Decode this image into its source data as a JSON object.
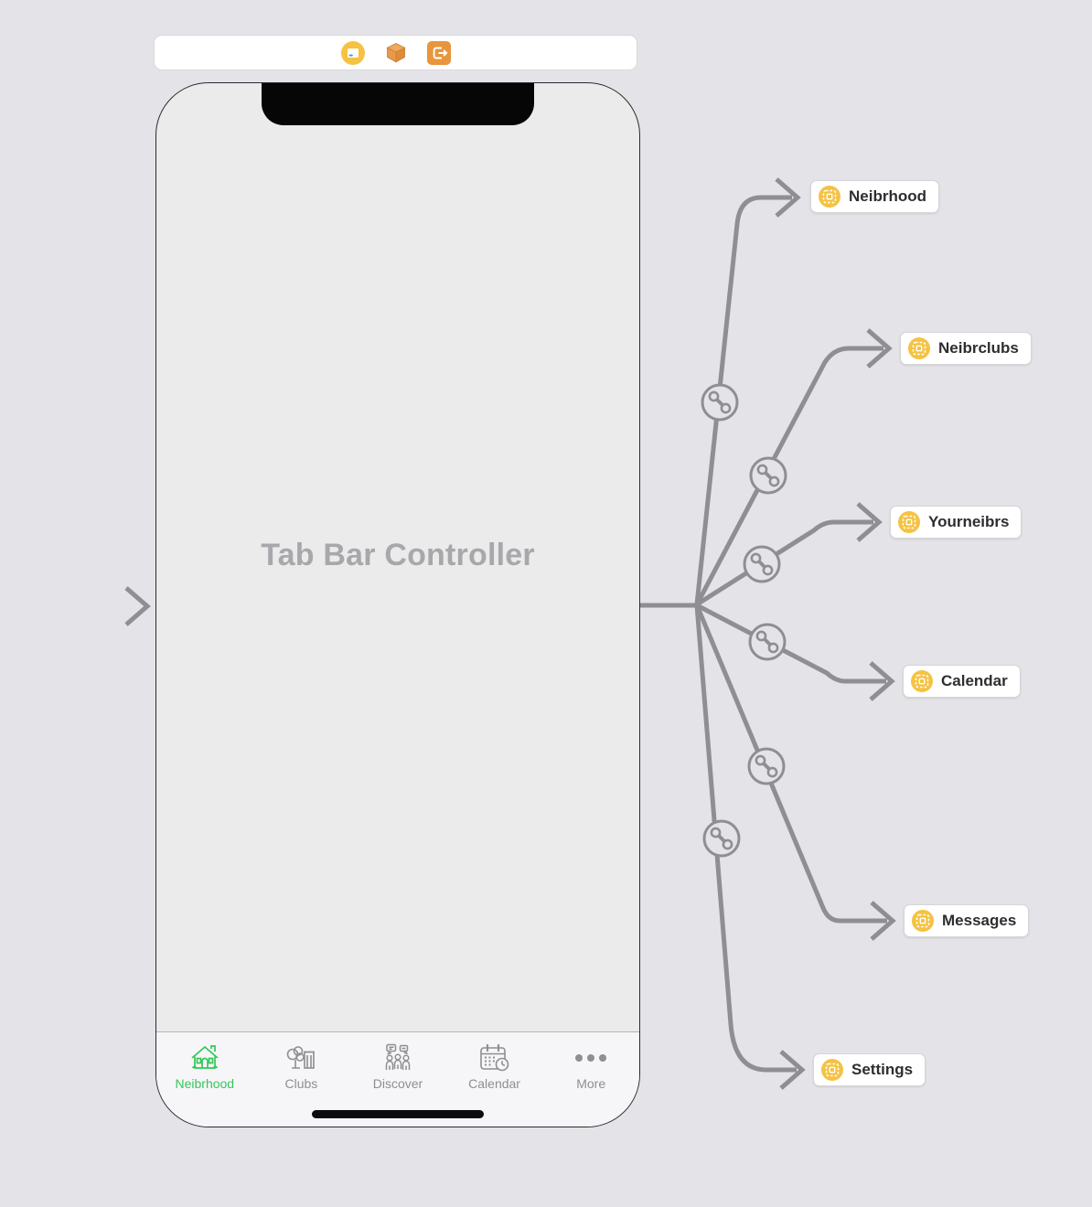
{
  "app": "Interface Builder storyboard canvas",
  "scene_dock": {
    "icons": [
      {
        "name": "view-controller-icon"
      },
      {
        "name": "first-responder-icon"
      },
      {
        "name": "exit-icon"
      }
    ]
  },
  "entry_point": {
    "name": "storyboard-entry-point-arrow"
  },
  "phone": {
    "title": "Tab Bar Controller",
    "tab_bar": {
      "items": [
        {
          "label": "Neibrhood",
          "icon": "house-icon",
          "selected": true
        },
        {
          "label": "Clubs",
          "icon": "tree-house-icon",
          "selected": false
        },
        {
          "label": "Discover",
          "icon": "people-chat-icon",
          "selected": false
        },
        {
          "label": "Calendar",
          "icon": "calendar-clock-icon",
          "selected": false
        },
        {
          "label": "More",
          "icon": "ellipsis-icon",
          "selected": false
        }
      ]
    }
  },
  "connections": {
    "segue_badge_count": 6,
    "scenes": [
      {
        "label": "Neibrhood",
        "icon": "view-controller-icon"
      },
      {
        "label": "Neibrclubs",
        "icon": "view-controller-icon"
      },
      {
        "label": "Yourneibrs",
        "icon": "view-controller-icon"
      },
      {
        "label": "Calendar",
        "icon": "view-controller-icon"
      },
      {
        "label": "Messages",
        "icon": "view-controller-icon"
      },
      {
        "label": "Settings",
        "icon": "view-controller-icon"
      }
    ]
  },
  "colors": {
    "canvas": "#E3E3E8",
    "phone_interior": "#EBEBEB",
    "tab_bar_bg": "#F6F6F8",
    "accent_yellow": "#F5C242",
    "accent_orange": "#E8953C",
    "selected_green": "#34C759",
    "inactive_gray": "#8E8E93",
    "connection_gray": "#8E8E93",
    "label_text": "#2E2E30"
  }
}
